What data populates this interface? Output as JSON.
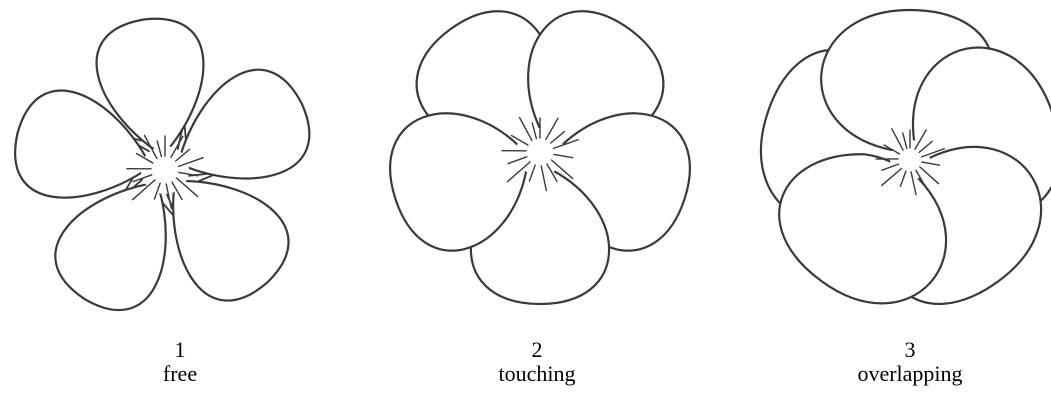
{
  "panels": [
    {
      "number": "1",
      "label": "free"
    },
    {
      "number": "2",
      "label": "touching"
    },
    {
      "number": "3",
      "label": "overlapping"
    }
  ]
}
